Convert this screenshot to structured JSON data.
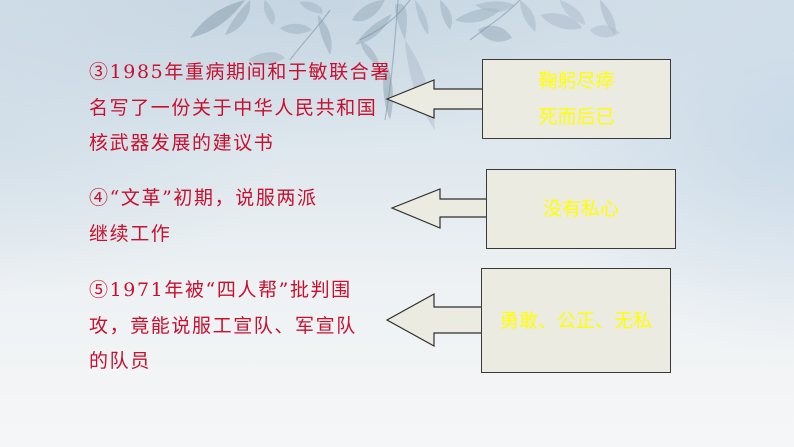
{
  "slide": {
    "background_colors": {
      "top": "#d5e1ea",
      "bottom": "#f5f6f7"
    },
    "text_color": "#c8102e",
    "callout_fill": "#ecebe1",
    "callout_text_color": "#ffff00",
    "decoration": "watercolor-leaves"
  },
  "items": [
    {
      "number": "③",
      "lines": [
        "③1985年重病期间和于敏联合署",
        "名写了一份关于中华人民共和国",
        "核武器发展的建议书"
      ],
      "callout": {
        "lines": [
          "鞠躬尽瘁",
          "死而后已"
        ]
      }
    },
    {
      "number": "④",
      "lines": [
        "④“文革”初期，说服两派",
        "继续工作"
      ],
      "callout": {
        "lines": [
          "没有私心"
        ]
      }
    },
    {
      "number": "⑤",
      "lines": [
        "⑤1971年被“四人帮”批判围",
        "攻，竟能说服工宣队、军宣队",
        "的队员"
      ],
      "callout": {
        "lines": [
          "勇敢、公正、无私"
        ]
      }
    }
  ],
  "icons": {
    "arrow": "left-arrow-icon"
  }
}
